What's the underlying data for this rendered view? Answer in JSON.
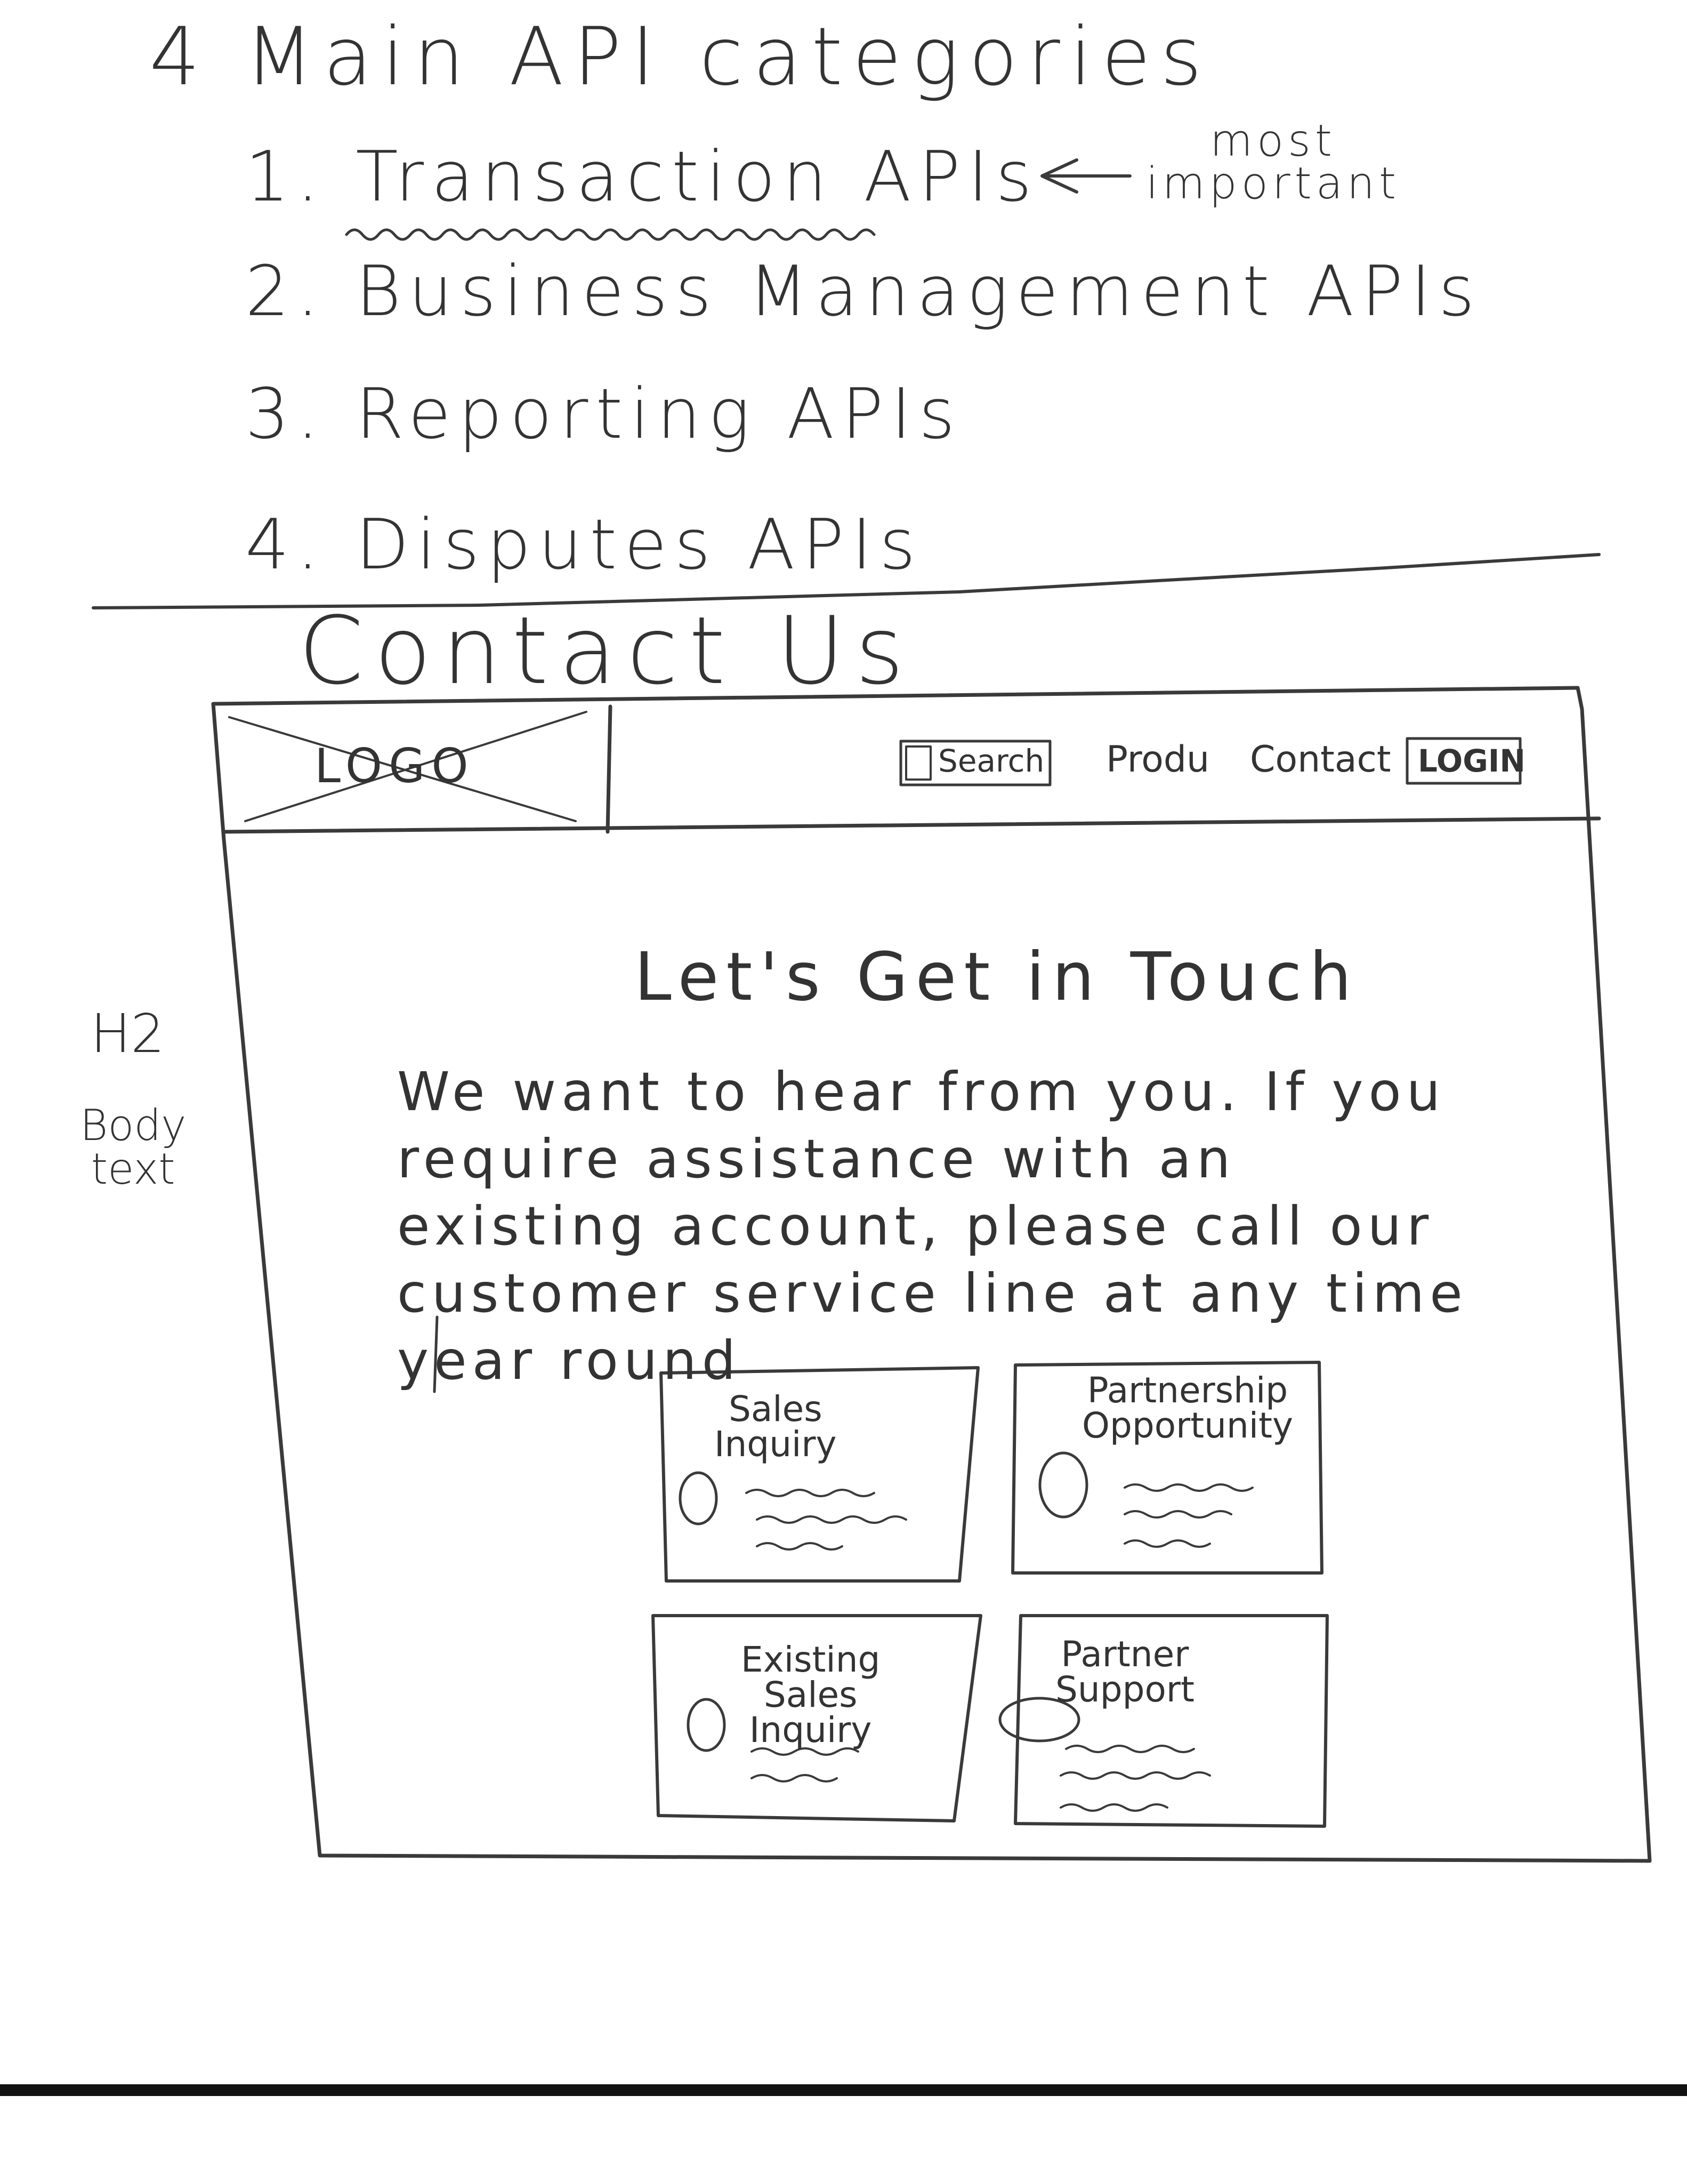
{
  "notes": {
    "heading": "4 Main API categories",
    "api_list": [
      "1. Transaction APIs",
      "2. Business Management APIs",
      "3. Reporting APIs",
      "4. Disputes APIs"
    ],
    "annotation": [
      "most",
      "important"
    ]
  },
  "mockup": {
    "title": "Contact Us",
    "logo": "LOGO",
    "nav": {
      "search": "Search",
      "products": "Produ",
      "contact": "Contact",
      "login": "LOGIN"
    },
    "h2": "Let's Get in Touch",
    "body": "We want to hear from you. If you require assistance with an existing account, please call our customer service line at any time year round",
    "cards": [
      {
        "title": [
          "Sales",
          "Inquiry"
        ]
      },
      {
        "title": [
          "Partnership",
          "Opportunity"
        ]
      },
      {
        "title": [
          "Existing",
          "Sales",
          "Inquiry"
        ]
      },
      {
        "title": [
          "Partner",
          "Support"
        ]
      }
    ]
  },
  "margin_labels": {
    "h2": "H2",
    "body": [
      "Body",
      "text"
    ]
  }
}
